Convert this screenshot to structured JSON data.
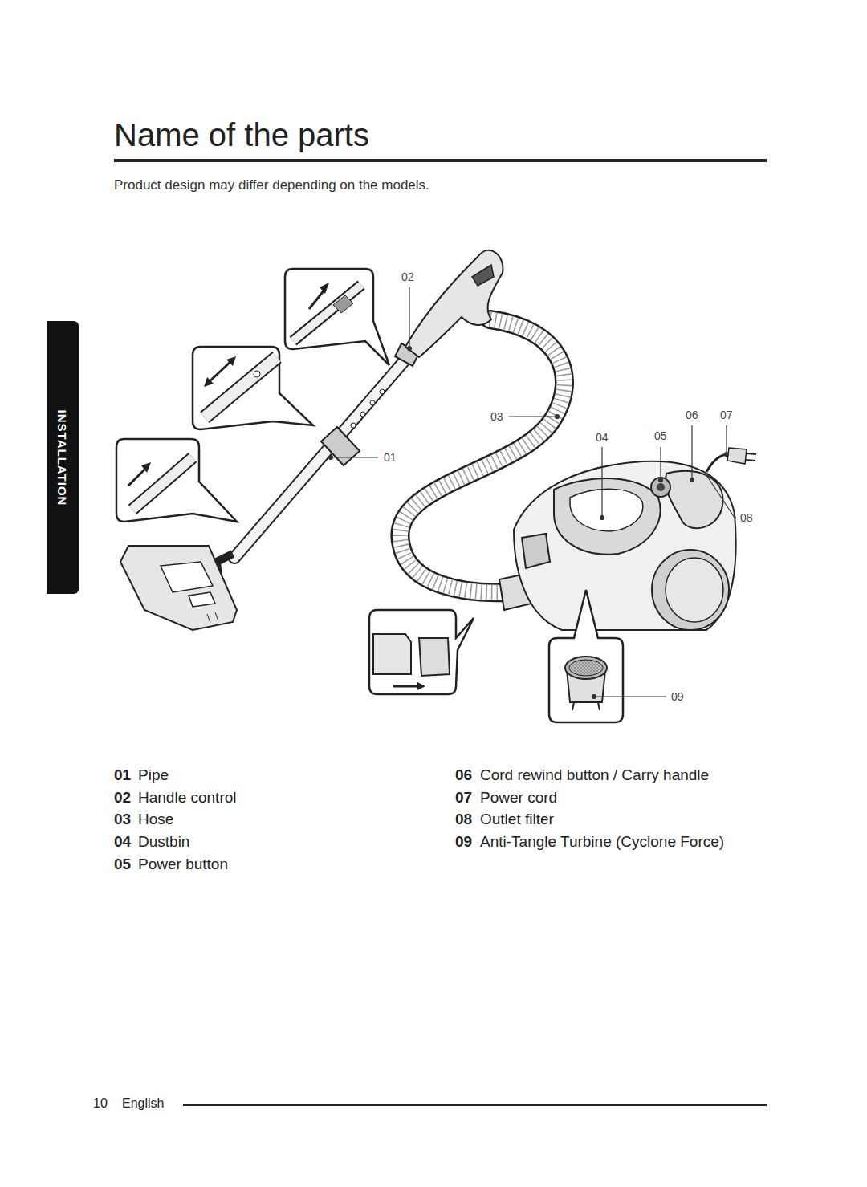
{
  "diagram": {
    "title": "Name of the parts",
    "nodes": [
      {
        "text": [
          "INSTALLATION"
        ]
      }
    ],
    "labels": [
      "Product design may differ depending on the models.",
      "02",
      "03",
      "06",
      "07",
      "04",
      "05",
      "01",
      "08",
      "09",
      "01",
      "Pipe",
      "06",
      "Cord rewind button / Carry handle",
      "02",
      "Handle control",
      "07",
      "Power cord",
      "03",
      "Hose",
      "08",
      "Outlet filter",
      "04",
      "Dustbin",
      "09",
      "Anti-Tangle Turbine (Cyclone Force)",
      "05",
      "Power button",
      "10",
      "English"
    ]
  }
}
